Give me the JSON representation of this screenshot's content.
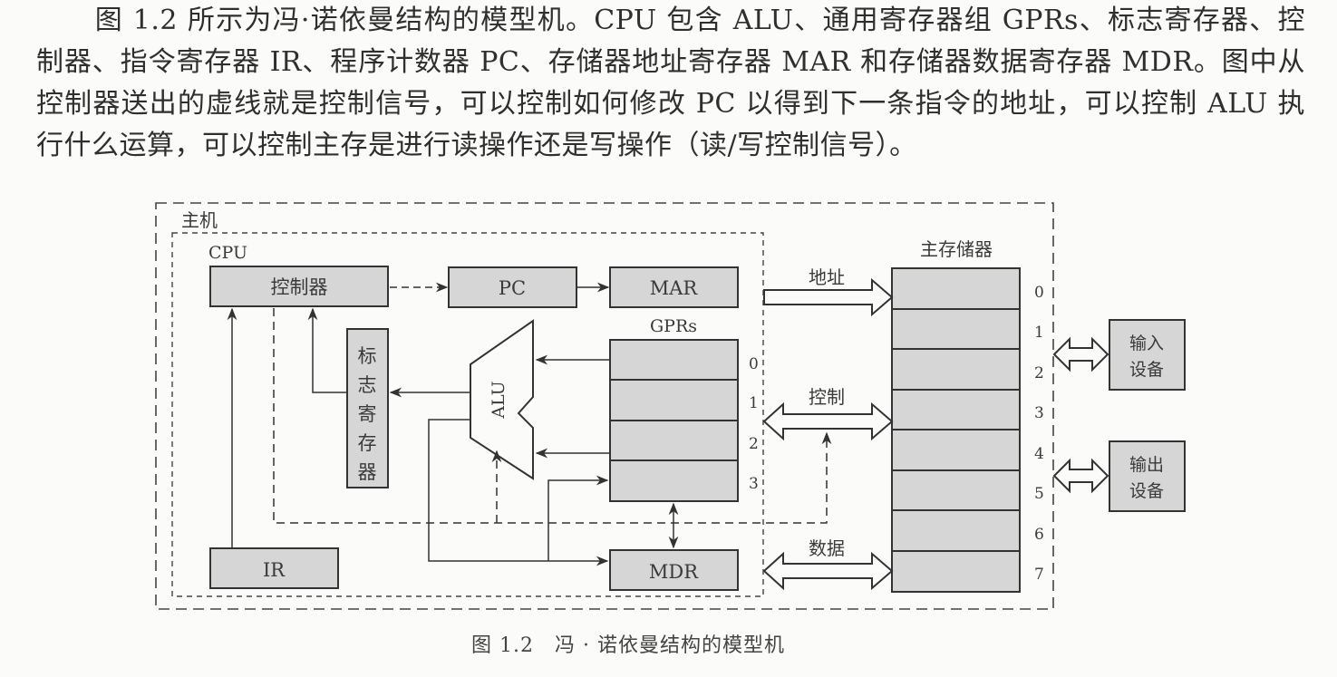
{
  "paragraph": "图 1.2 所示为冯·诺依曼结构的模型机。CPU 包含 ALU、通用寄存器组 GPRs、标志寄存器、控制器、指令寄存器 IR、程序计数器 PC、存储器地址寄存器 MAR 和存储器数据寄存器 MDR。图中从控制器送出的虚线就是控制信号，可以控制如何修改 PC 以得到下一条指令的地址，可以控制 ALU 执行什么运算，可以控制主存是进行读操作还是写操作（读/写控制信号）。",
  "diagram": {
    "host_label": "主机",
    "cpu_label": "CPU",
    "controller": "控制器",
    "pc": "PC",
    "mar": "MAR",
    "gprs_label": "GPRs",
    "gpr_indices": [
      "0",
      "1",
      "2",
      "3"
    ],
    "alu": "ALU",
    "flag_register": [
      "标",
      "志",
      "寄",
      "存",
      "器"
    ],
    "ir": "IR",
    "mdr": "MDR",
    "memory_label": "主存储器",
    "memory_indices": [
      "0",
      "1",
      "2",
      "3",
      "4",
      "5",
      "6",
      "7"
    ],
    "bus_address": "地址",
    "bus_control": "控制",
    "bus_data": "数据",
    "input_device": [
      "输入",
      "设备"
    ],
    "output_device": [
      "输出",
      "设备"
    ],
    "colors": {
      "box_fill": "#d6d6d6",
      "stroke": "#333333",
      "background": "#fbfbfa"
    }
  },
  "caption": "图 1.2　冯 · 诺依曼结构的模型机"
}
